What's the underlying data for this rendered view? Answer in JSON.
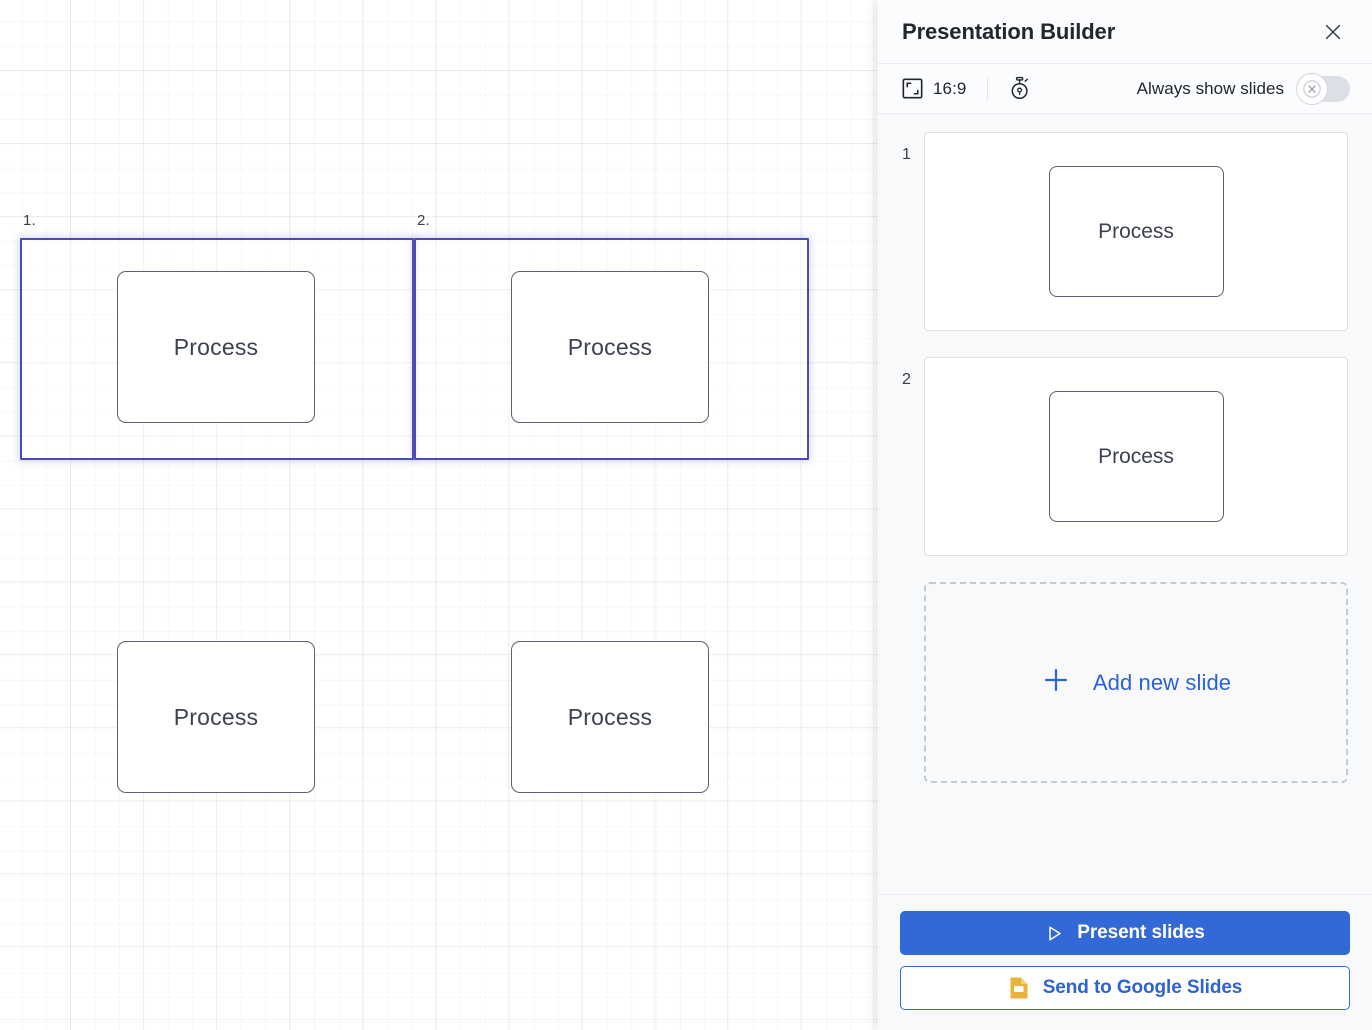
{
  "canvas": {
    "frames": [
      {
        "label": "1.",
        "selected": true
      },
      {
        "label": "2.",
        "selected": true
      }
    ],
    "shapes": [
      {
        "text": "Process"
      },
      {
        "text": "Process"
      },
      {
        "text": "Process"
      },
      {
        "text": "Process"
      }
    ]
  },
  "panel": {
    "title": "Presentation Builder",
    "close_icon": "close-icon",
    "toolbar": {
      "aspect_ratio_icon": "aspect-ratio-icon",
      "aspect_ratio": "16:9",
      "timer_icon": "stopwatch-icon",
      "always_show_slides_label": "Always show slides",
      "toggle_state": "off",
      "toggle_icon": "x-circle-icon"
    },
    "slides": [
      {
        "number": "1",
        "shape_text": "Process"
      },
      {
        "number": "2",
        "shape_text": "Process"
      }
    ],
    "add_slide": {
      "icon": "plus-icon",
      "label": "Add new slide"
    },
    "footer": {
      "present_icon": "play-triangle-icon",
      "present_label": "Present slides",
      "google_slides_icon": "google-slides-icon",
      "google_slides_label": "Send to Google Slides"
    }
  },
  "colors": {
    "accent_blue": "#3369d6",
    "link_blue": "#2d63d3",
    "frame_selected": "#4a4cb4",
    "shape_stroke": "#5b6270",
    "panel_bg": "#f8f9fb",
    "google_slides_yellow": "#e0a433"
  }
}
